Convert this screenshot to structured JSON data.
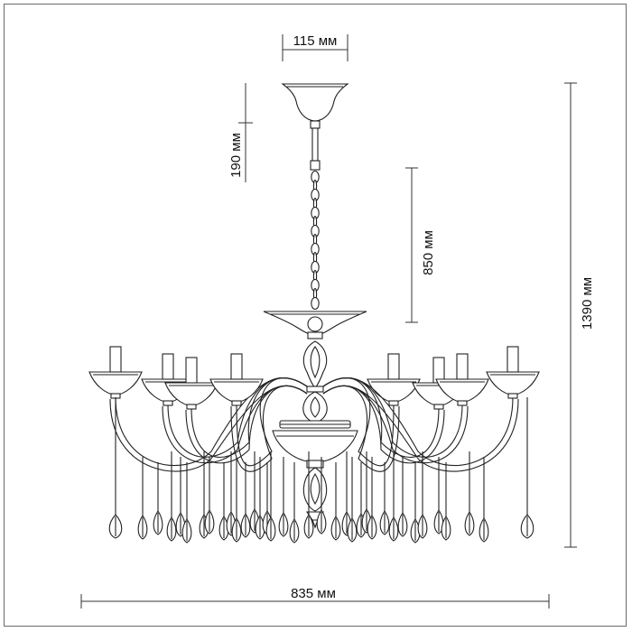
{
  "dimensions": {
    "canopy_width": "115 мм",
    "canopy_height": "190 мм",
    "chain_length": "850 мм",
    "total_height": "1390 мм",
    "total_width": "835 мм"
  },
  "colors": {
    "line": "#222222",
    "frame": "#6a6a6a"
  }
}
